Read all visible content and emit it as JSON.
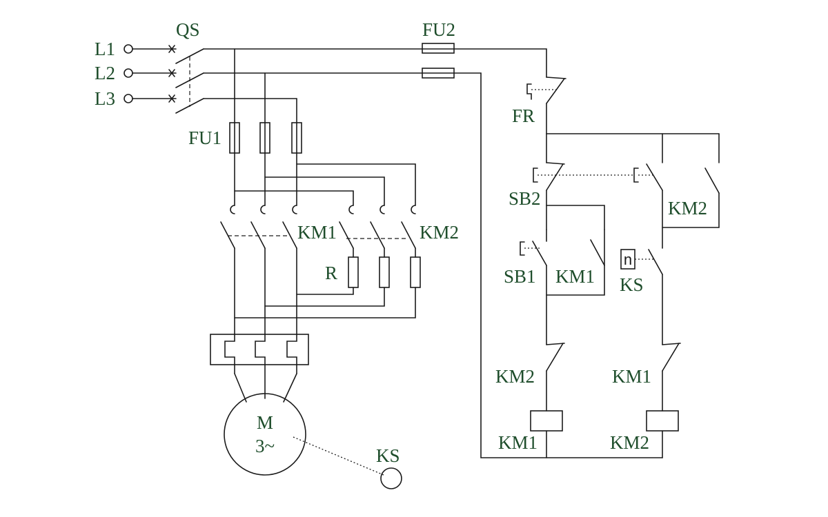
{
  "colors": {
    "wire": "#1a1a1a",
    "label": "#1e4d2b",
    "background": "#ffffff"
  },
  "labels": {
    "l1": "L1",
    "l2": "L2",
    "l3": "L3",
    "qs": "QS",
    "fu1": "FU1",
    "fu2": "FU2",
    "km1_power": "KM1",
    "km2_power": "KM2",
    "r": "R",
    "motor_line1": "M",
    "motor_line2": "3~",
    "ks_motor": "KS",
    "fr": "FR",
    "sb2": "SB2",
    "sb1": "SB1",
    "km1_aux": "KM1",
    "km2_aux": "KM2",
    "ks_ctrl": "KS",
    "km2_interlock": "KM2",
    "km1_interlock": "KM1",
    "km1_coil": "KM1",
    "km2_coil": "KM2",
    "speed_relay_symbol": "n"
  }
}
